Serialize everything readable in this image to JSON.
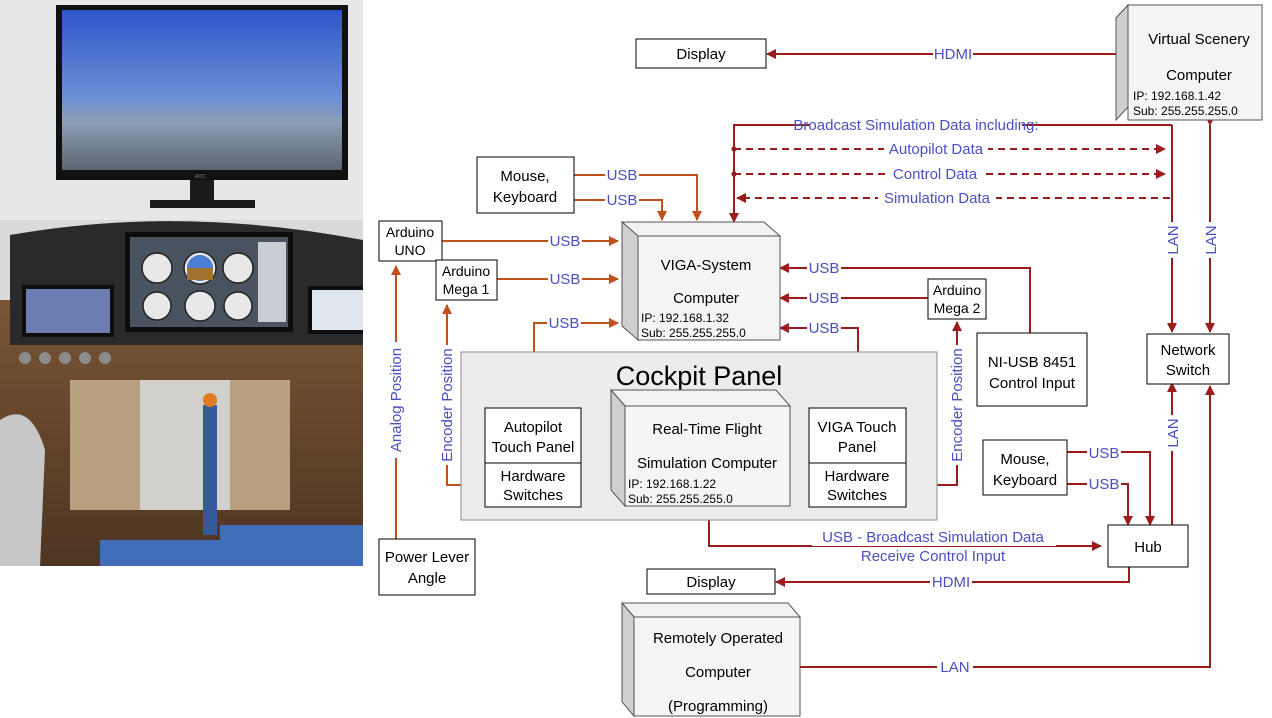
{
  "photo": {
    "monitor_brand": "AOC"
  },
  "boxes": {
    "display_top": "Display",
    "virtual_scenery": [
      "Virtual Scenery",
      "Computer"
    ],
    "virtual_scenery_ip": "IP: 192.168.1.42",
    "virtual_scenery_sub": "Sub: 255.255.255.0",
    "mouse_keyboard_top": [
      "Mouse,",
      "Keyboard"
    ],
    "arduino_uno": [
      "Arduino",
      "UNO"
    ],
    "arduino_mega1": [
      "Arduino",
      "Mega 1"
    ],
    "viga_system": [
      "VIGA-System",
      "Computer"
    ],
    "viga_system_ip": "IP: 192.168.1.32",
    "viga_system_sub": "Sub: 255.255.255.0",
    "arduino_mega2": [
      "Arduino",
      "Mega 2"
    ],
    "cockpit_panel": "Cockpit Panel",
    "autopilot_touch": [
      "Autopilot",
      "Touch Panel"
    ],
    "autopilot_hw": [
      "Hardware",
      "Switches"
    ],
    "realtime_flight": [
      "Real-Time Flight",
      "Simulation Computer"
    ],
    "realtime_ip": "IP: 192.168.1.22",
    "realtime_sub": "Sub: 255.255.255.0",
    "viga_touch": [
      "VIGA Touch",
      "Panel"
    ],
    "viga_hw": [
      "Hardware",
      "Switches"
    ],
    "ni_usb": [
      "NI-USB 8451",
      "Control Input"
    ],
    "network_switch": [
      "Network",
      "Switch"
    ],
    "mouse_keyboard_bottom": [
      "Mouse,",
      "Keyboard"
    ],
    "hub": "Hub",
    "power_lever": [
      "Power Lever",
      "Angle"
    ],
    "display_bottom": "Display",
    "remote_computer": [
      "Remotely Operated",
      "Computer",
      "(Programming)"
    ]
  },
  "connections": {
    "hdmi_top": "HDMI",
    "broadcast": "Broadcast Simulation Data including:",
    "autopilot_data": "Autopilot Data",
    "control_data": "Control Data",
    "simulation_data": "Simulation Data",
    "usb": "USB",
    "lan": "LAN",
    "analog_position": "Analog Position",
    "encoder_position": "Encoder Position",
    "usb_broadcast": "USB - Broadcast Simulation Data",
    "receive_control": "Receive Control Input",
    "hdmi_bottom": "HDMI",
    "lan_bottom": "LAN"
  },
  "colors": {
    "red_line": "#9b1c1c",
    "orange_line": "#c0501e",
    "label_blue": "#4b4fc4",
    "panel_gray": "#ececec"
  }
}
